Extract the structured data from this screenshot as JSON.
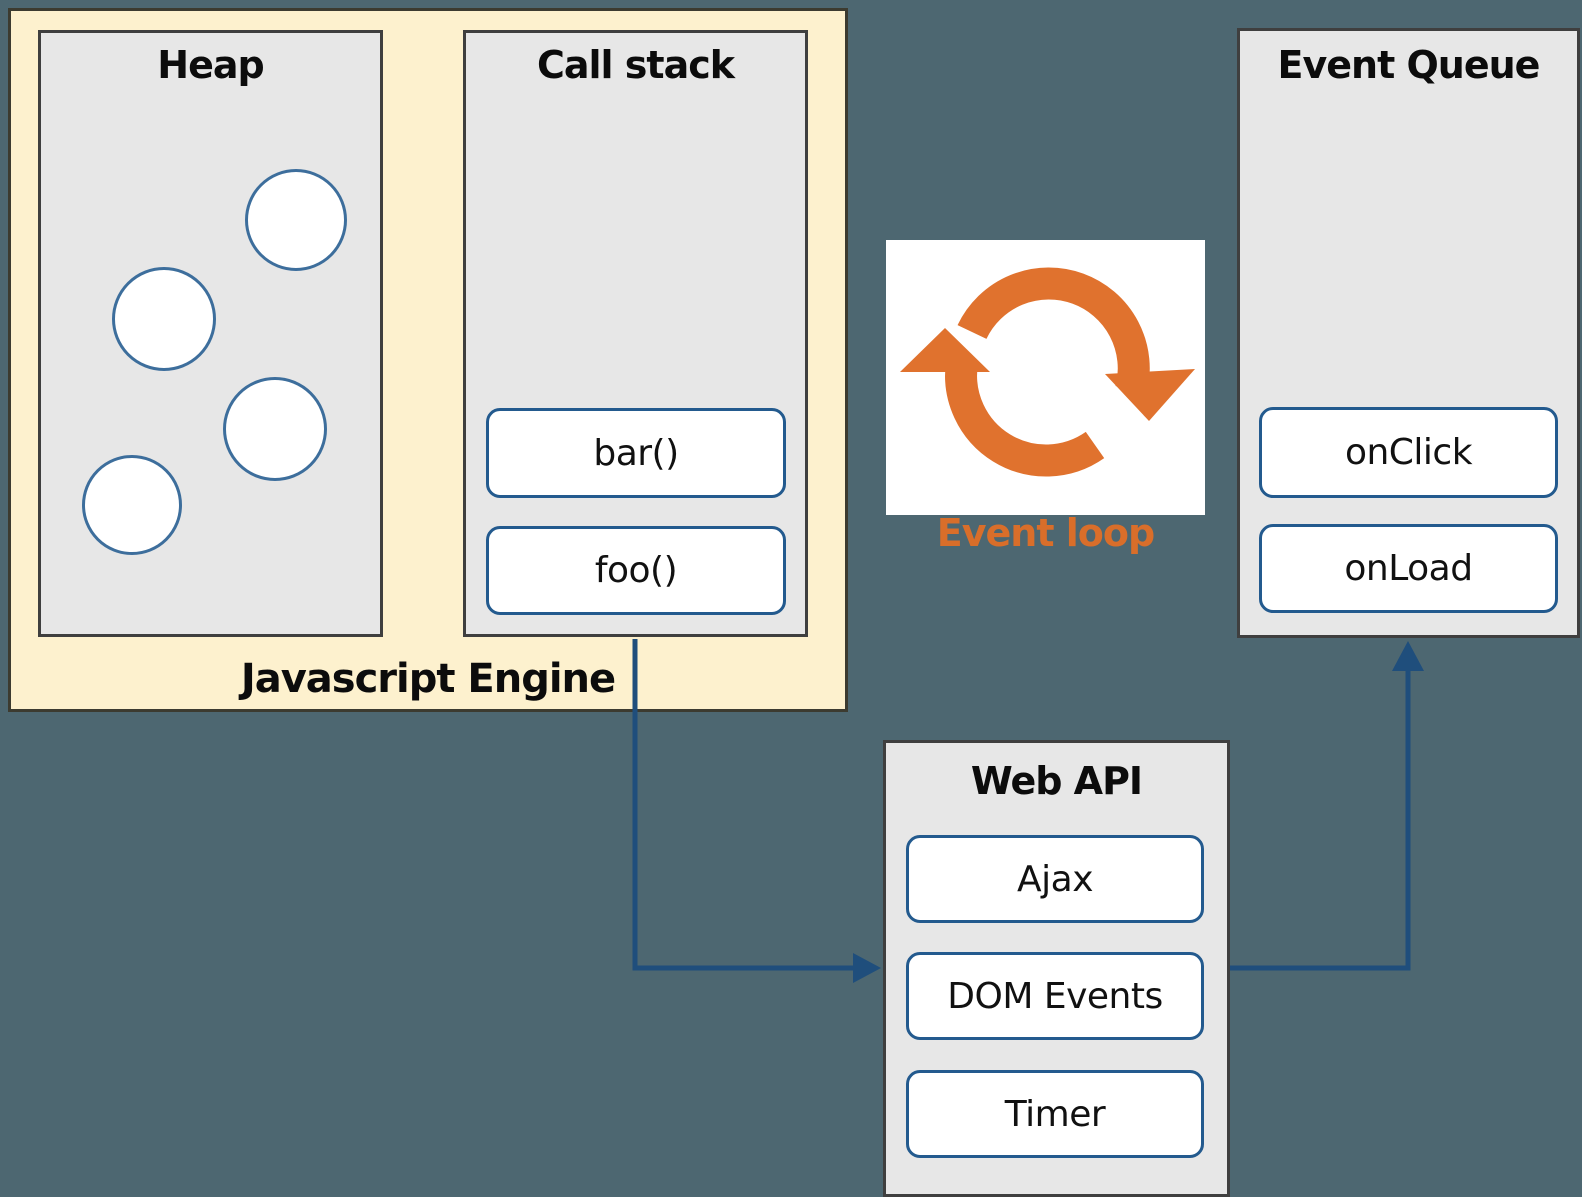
{
  "engine": {
    "label": "Javascript Engine",
    "heap": {
      "title": "Heap",
      "objects": [
        "heap-object-circle",
        "heap-object-circle",
        "heap-object-circle",
        "heap-object-circle"
      ]
    },
    "call_stack": {
      "title": "Call stack",
      "frames": [
        "bar()",
        "foo()"
      ]
    }
  },
  "event_loop": {
    "label": "Event loop",
    "icon": "cycle-arrows-icon"
  },
  "event_queue": {
    "title": "Event Queue",
    "events": [
      "onClick",
      "onLoad"
    ]
  },
  "web_api": {
    "title": "Web API",
    "apis": [
      "Ajax",
      "DOM Events",
      "Timer"
    ]
  },
  "connectors": {
    "callstack_to_webapi": "call-stack to Web API",
    "webapi_to_eventqueue": "Web API to Event Queue"
  },
  "colors": {
    "background": "#4D6771",
    "engine_fill": "#FDF1CE",
    "engine_border": "#3C3B30",
    "panel_fill": "#E7E7E7",
    "panel_border": "#3F3F3F",
    "item_border": "#235A8E",
    "heap_circle_border": "#3D6E9C",
    "connector_blue": "#1F4E7C",
    "accent_orange": "#E0722E"
  }
}
